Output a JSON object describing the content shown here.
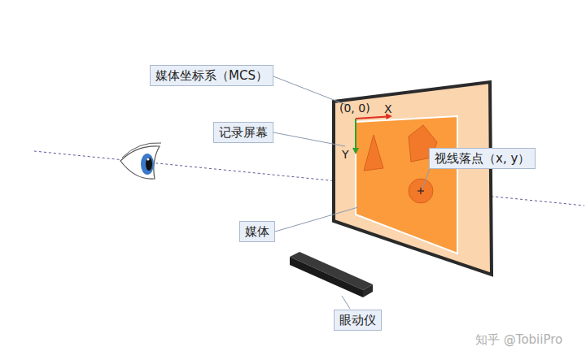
{
  "diagram": {
    "nodes": [
      {
        "text": [
          "媒体坐标系（MCS）"
        ]
      },
      {
        "text": [
          "记录屏幕"
        ]
      },
      {
        "text": [
          "视线落点（x, y）"
        ]
      },
      {
        "text": [
          "媒体"
        ]
      },
      {
        "text": [
          "眼动仪"
        ]
      }
    ],
    "labels": [
      "(0, 0)",
      "X",
      "Y",
      "知乎 @TobiiPro"
    ]
  }
}
